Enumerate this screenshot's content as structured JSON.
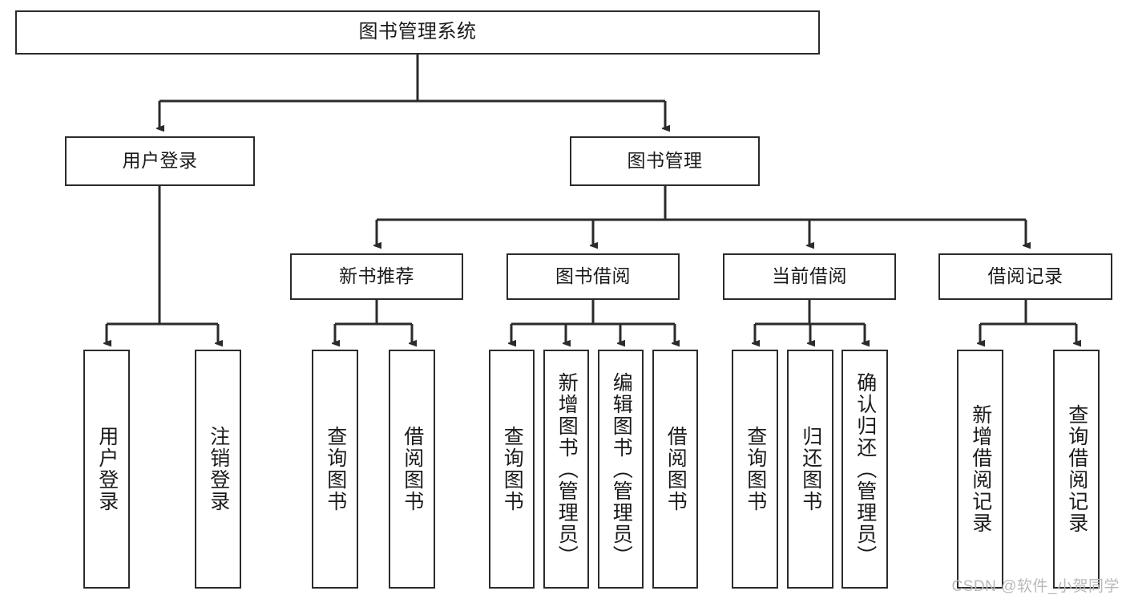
{
  "diagram": {
    "title": "图书管理系统",
    "type": "hierarchy-tree",
    "root": {
      "label": "图书管理系统"
    },
    "level2": [
      {
        "label": "用户登录"
      },
      {
        "label": "图书管理"
      }
    ],
    "level3": [
      {
        "label": "新书推荐"
      },
      {
        "label": "图书借阅"
      },
      {
        "label": "当前借阅"
      },
      {
        "label": "借阅记录"
      }
    ],
    "leaves": {
      "user_login": [
        {
          "label": "用户登录"
        },
        {
          "label": "注销登录"
        }
      ],
      "new_book_recommend": [
        {
          "label": "查询图书"
        },
        {
          "label": "借阅图书"
        }
      ],
      "book_borrow": [
        {
          "label": "查询图书"
        },
        {
          "label": "新增图书（管理员）"
        },
        {
          "label": "编辑图书（管理员）"
        },
        {
          "label": "借阅图书"
        }
      ],
      "current_borrow": [
        {
          "label": "查询图书"
        },
        {
          "label": "归还图书"
        },
        {
          "label": "确认归还（管理员）"
        }
      ],
      "borrow_record": [
        {
          "label": "新增借阅记录"
        },
        {
          "label": "查询借阅记录"
        }
      ]
    }
  },
  "watermark": {
    "text": "CSDN @软件_小贺同学"
  },
  "colors": {
    "stroke": "#2b2b2b",
    "fill": "#ffffff",
    "text": "#1a1a1a",
    "watermark": "#b9b9b9"
  }
}
